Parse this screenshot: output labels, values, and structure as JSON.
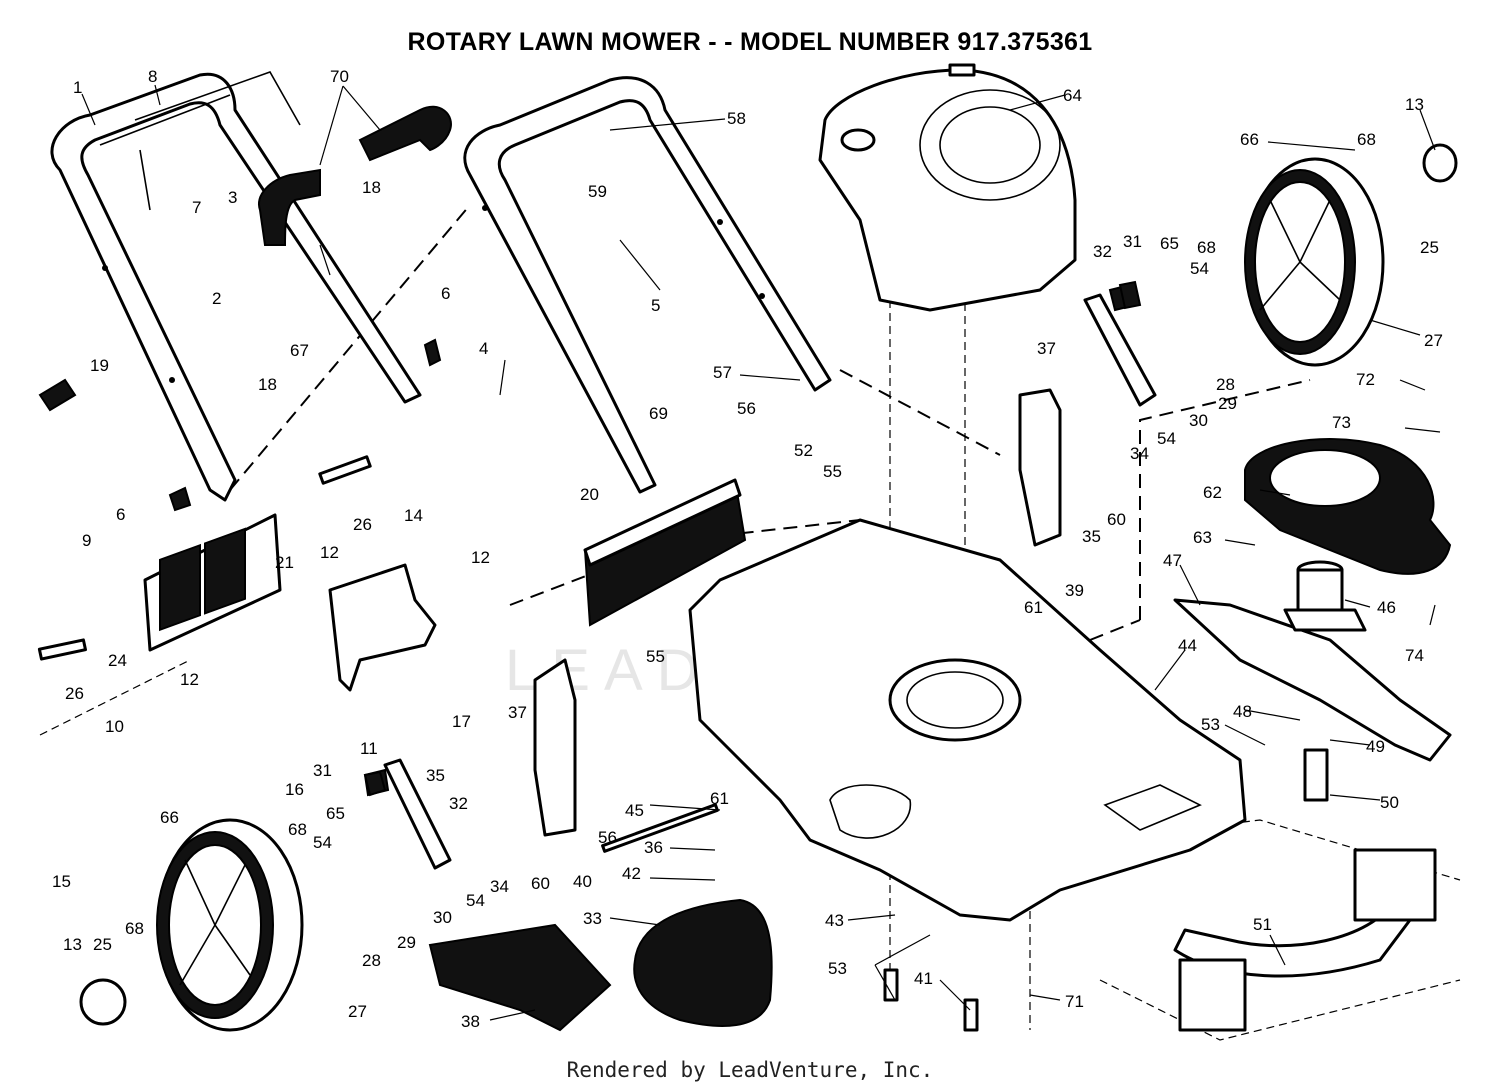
{
  "diagram": {
    "title": "ROTARY LAWN MOWER - - MODEL NUMBER  917.375361",
    "footer": "Rendered by LeadVenture, Inc.",
    "watermark": "LEADVENTURE"
  },
  "callouts": [
    {
      "id": "c1",
      "text": "1"
    },
    {
      "id": "c8",
      "text": "8"
    },
    {
      "id": "c70",
      "text": "70"
    },
    {
      "id": "c58",
      "text": "58"
    },
    {
      "id": "c64",
      "text": "64"
    },
    {
      "id": "c66a",
      "text": "66"
    },
    {
      "id": "c68a",
      "text": "68"
    },
    {
      "id": "c13a",
      "text": "13"
    },
    {
      "id": "c7",
      "text": "7"
    },
    {
      "id": "c3",
      "text": "3"
    },
    {
      "id": "c18a",
      "text": "18"
    },
    {
      "id": "c59",
      "text": "59"
    },
    {
      "id": "c25a",
      "text": "25"
    },
    {
      "id": "c32a",
      "text": "32"
    },
    {
      "id": "c31a",
      "text": "31"
    },
    {
      "id": "c65a",
      "text": "65"
    },
    {
      "id": "c68b",
      "text": "68"
    },
    {
      "id": "c54a",
      "text": "54"
    },
    {
      "id": "c2",
      "text": "2"
    },
    {
      "id": "c6a",
      "text": "6"
    },
    {
      "id": "c5",
      "text": "5"
    },
    {
      "id": "c67",
      "text": "67"
    },
    {
      "id": "c27a",
      "text": "27"
    },
    {
      "id": "c4",
      "text": "4"
    },
    {
      "id": "c37a",
      "text": "37"
    },
    {
      "id": "c28a",
      "text": "28"
    },
    {
      "id": "c19",
      "text": "19"
    },
    {
      "id": "c18b",
      "text": "18"
    },
    {
      "id": "c57",
      "text": "57"
    },
    {
      "id": "c30a",
      "text": "30"
    },
    {
      "id": "c29a",
      "text": "29"
    },
    {
      "id": "c72",
      "text": "72"
    },
    {
      "id": "c54b",
      "text": "54"
    },
    {
      "id": "c73",
      "text": "73"
    },
    {
      "id": "c56a",
      "text": "56"
    },
    {
      "id": "c69",
      "text": "69"
    },
    {
      "id": "c52",
      "text": "52"
    },
    {
      "id": "c34a",
      "text": "34"
    },
    {
      "id": "c55a",
      "text": "55"
    },
    {
      "id": "c6b",
      "text": "6"
    },
    {
      "id": "c60a",
      "text": "60"
    },
    {
      "id": "c62",
      "text": "62"
    },
    {
      "id": "c20",
      "text": "20"
    },
    {
      "id": "c26a",
      "text": "26"
    },
    {
      "id": "c35a",
      "text": "35"
    },
    {
      "id": "c9",
      "text": "9"
    },
    {
      "id": "c14",
      "text": "14"
    },
    {
      "id": "c63",
      "text": "63"
    },
    {
      "id": "c21",
      "text": "21"
    },
    {
      "id": "c12a",
      "text": "12"
    },
    {
      "id": "c12b",
      "text": "12"
    },
    {
      "id": "c39",
      "text": "39"
    },
    {
      "id": "c47",
      "text": "47"
    },
    {
      "id": "c61a",
      "text": "61"
    },
    {
      "id": "c46",
      "text": "46"
    },
    {
      "id": "c24",
      "text": "24"
    },
    {
      "id": "c55b",
      "text": "55"
    },
    {
      "id": "c44",
      "text": "44"
    },
    {
      "id": "c74",
      "text": "74"
    },
    {
      "id": "c26b",
      "text": "26"
    },
    {
      "id": "c12c",
      "text": "12"
    },
    {
      "id": "c37b",
      "text": "37"
    },
    {
      "id": "c17",
      "text": "17"
    },
    {
      "id": "c48",
      "text": "48"
    },
    {
      "id": "c53a",
      "text": "53"
    },
    {
      "id": "c10",
      "text": "10"
    },
    {
      "id": "c11",
      "text": "11"
    },
    {
      "id": "c49",
      "text": "49"
    },
    {
      "id": "c31b",
      "text": "31"
    },
    {
      "id": "c35b",
      "text": "35"
    },
    {
      "id": "c16",
      "text": "16"
    },
    {
      "id": "c61b",
      "text": "61"
    },
    {
      "id": "c32b",
      "text": "32"
    },
    {
      "id": "c45",
      "text": "45"
    },
    {
      "id": "c50",
      "text": "50"
    },
    {
      "id": "c66b",
      "text": "66"
    },
    {
      "id": "c68c",
      "text": "68"
    },
    {
      "id": "c54c",
      "text": "54"
    },
    {
      "id": "c65b",
      "text": "65"
    },
    {
      "id": "c56b",
      "text": "56"
    },
    {
      "id": "c36",
      "text": "36"
    },
    {
      "id": "c15",
      "text": "15"
    },
    {
      "id": "c34b",
      "text": "34"
    },
    {
      "id": "c60b",
      "text": "60"
    },
    {
      "id": "c40",
      "text": "40"
    },
    {
      "id": "c42",
      "text": "42"
    },
    {
      "id": "c30b",
      "text": "30"
    },
    {
      "id": "c54d",
      "text": "54"
    },
    {
      "id": "c33",
      "text": "33"
    },
    {
      "id": "c68d",
      "text": "68"
    },
    {
      "id": "c43",
      "text": "43"
    },
    {
      "id": "c51",
      "text": "51"
    },
    {
      "id": "c13b",
      "text": "13"
    },
    {
      "id": "c25b",
      "text": "25"
    },
    {
      "id": "c29b",
      "text": "29"
    },
    {
      "id": "c28b",
      "text": "28"
    },
    {
      "id": "c53b",
      "text": "53"
    },
    {
      "id": "c41",
      "text": "41"
    },
    {
      "id": "c71",
      "text": "71"
    },
    {
      "id": "c38",
      "text": "38"
    },
    {
      "id": "c27b",
      "text": "27"
    }
  ]
}
